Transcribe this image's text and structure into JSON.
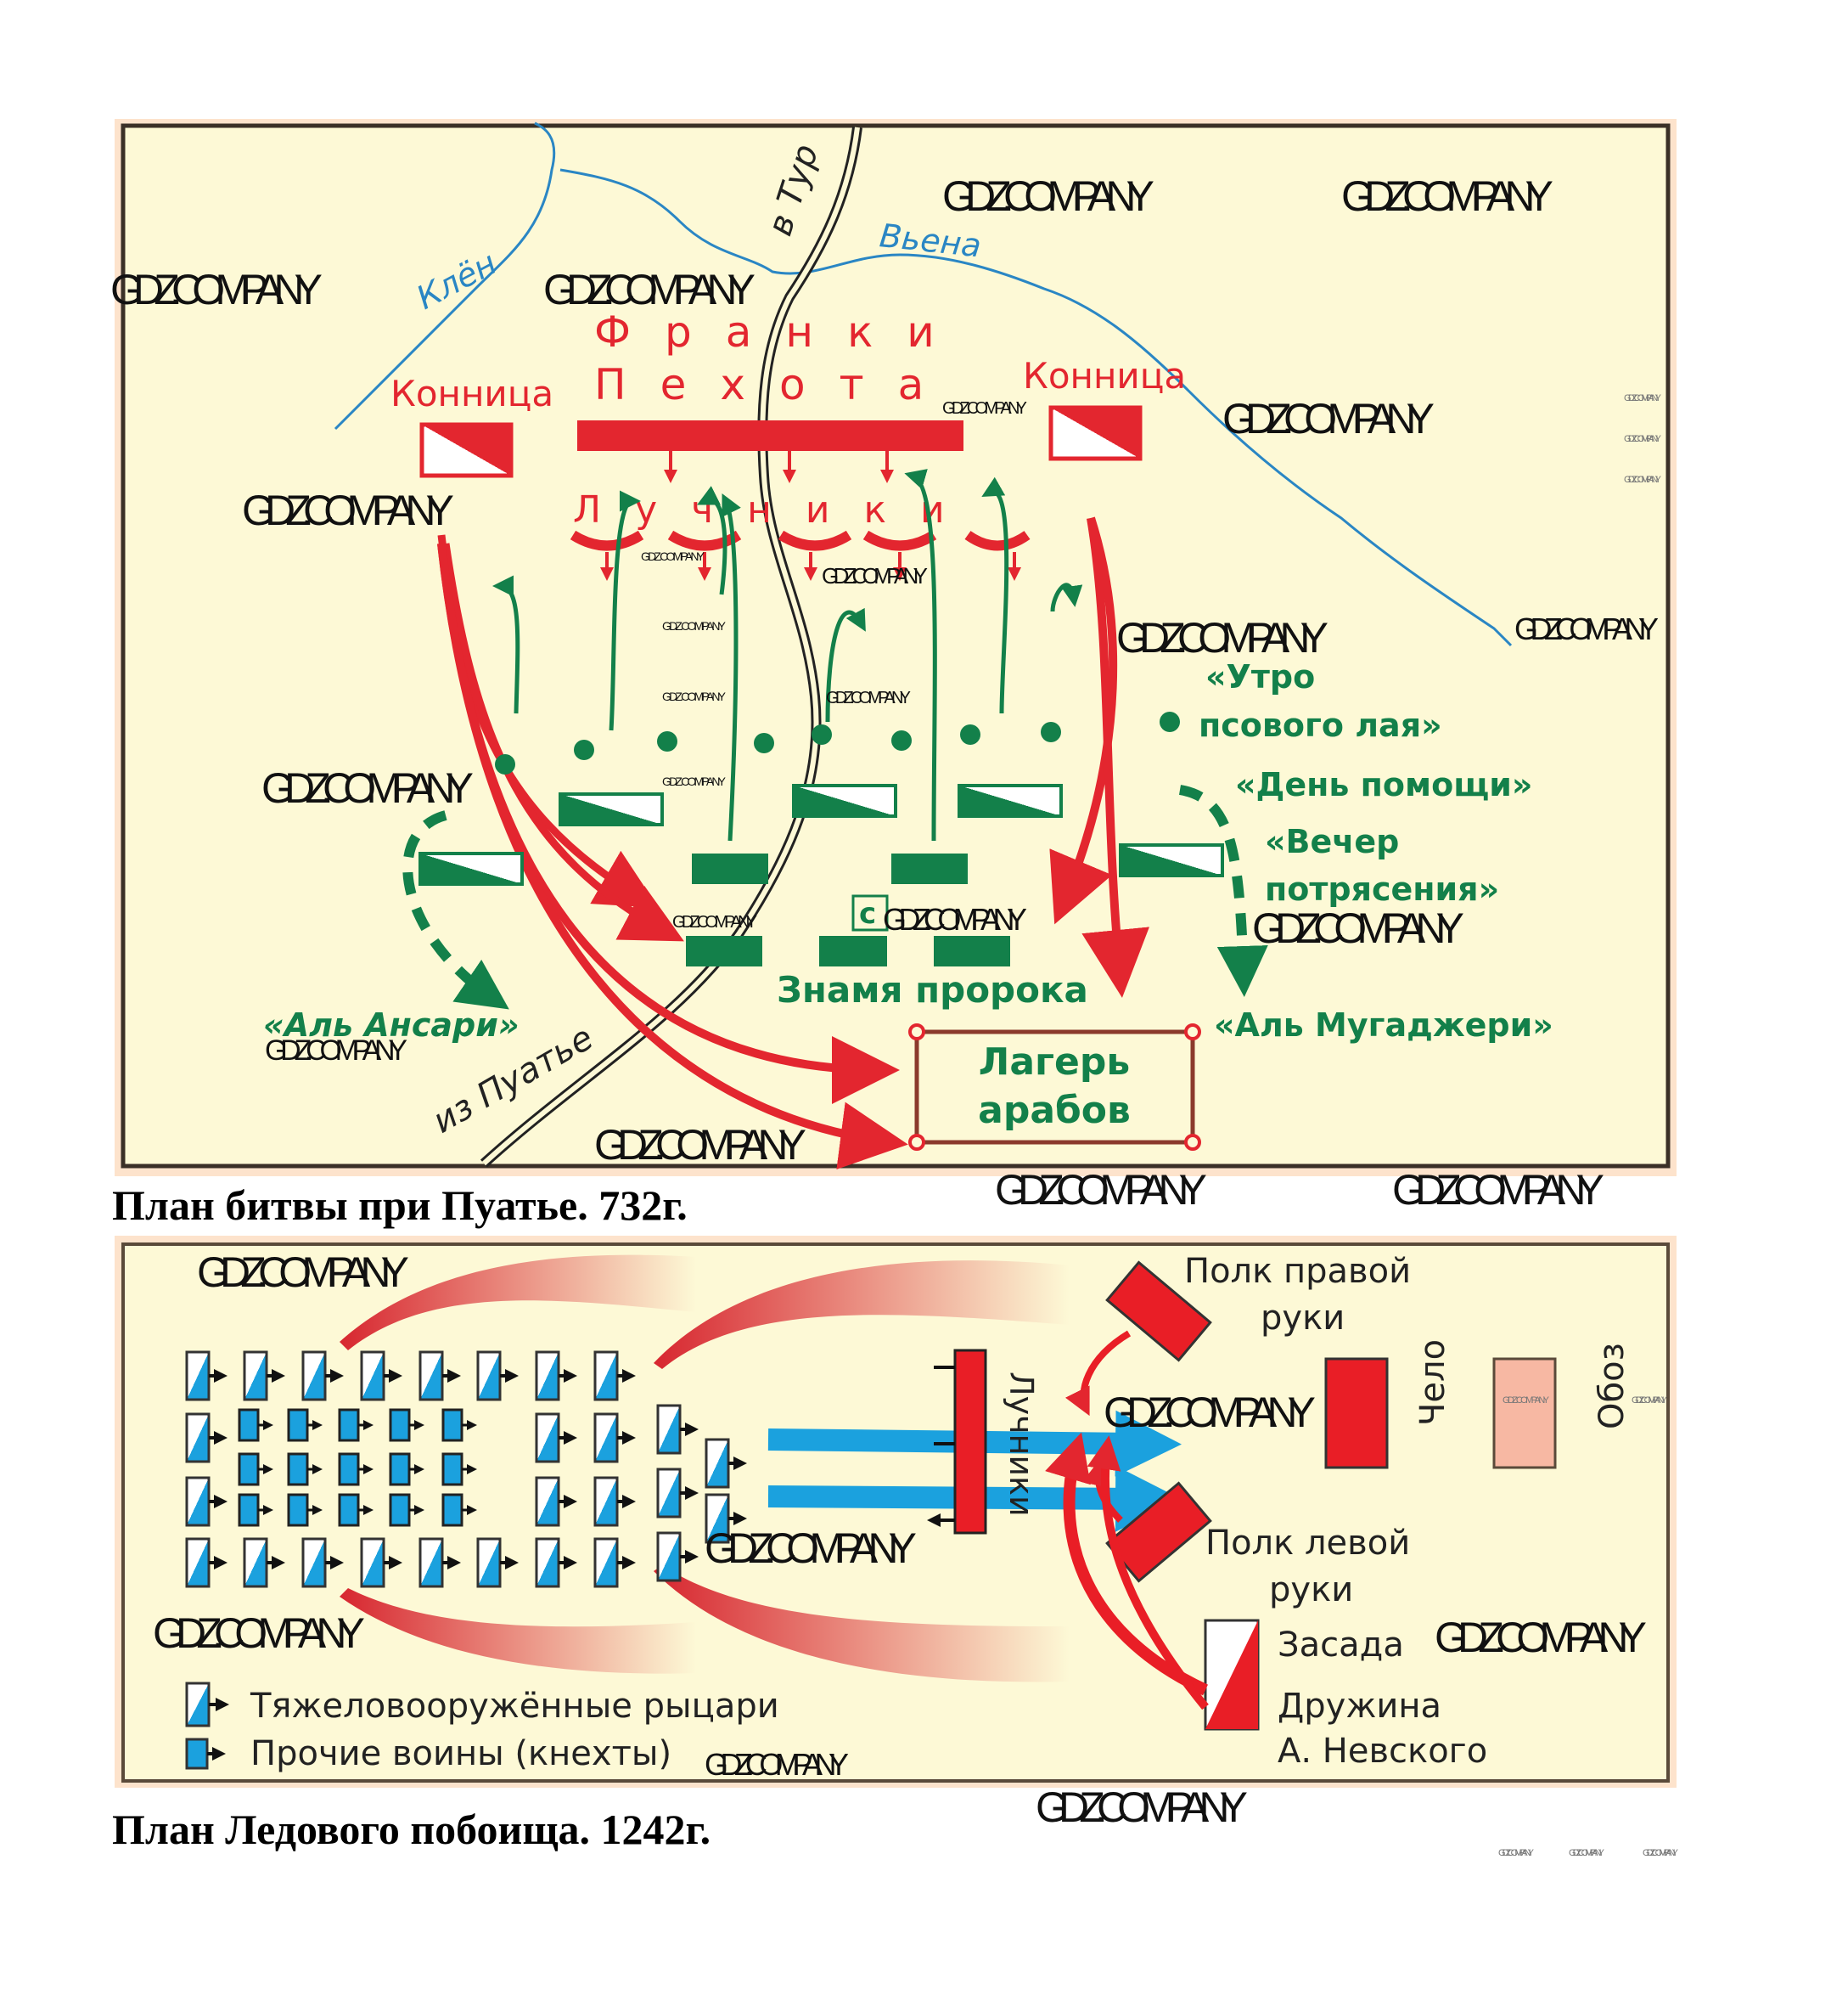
{
  "map1": {
    "caption": "План битвы при Пуатье. 732г.",
    "rivers": {
      "klen": "Клён",
      "viena": "Вьена"
    },
    "roads": {
      "to_tour": "в Тур",
      "from_poitiers": "из Пуатье"
    },
    "franks_title": "Франки",
    "infantry": "Пехота",
    "cavalry_left": "Конница",
    "cavalry_right": "Конница",
    "archers": "Лучники",
    "days": {
      "morning": [
        "«Утро",
        "псового лая»"
      ],
      "day": "«День помощи»",
      "evening": [
        "«Вечер",
        "потрясения»"
      ]
    },
    "banner_letter": "с",
    "banner_label": "Знамя пророка",
    "al_ansari": "«Аль Ансари»",
    "al_mugajeri": "«Аль Мугаджери»",
    "camp": [
      "Лагерь",
      "арабов"
    ],
    "colors": {
      "franks": "#e3262f",
      "arabs": "#13804a",
      "river": "#2a86c4",
      "background": "#fdf9d6",
      "frame": "#fde3cc"
    }
  },
  "map2": {
    "caption": "План Ледового побоища. 1242г.",
    "archers": "Лучники",
    "right_regiment": [
      "Полк правой",
      "руки"
    ],
    "left_regiment": [
      "Полк левой",
      "руки"
    ],
    "center": "Чело",
    "convoy": "Обоз",
    "ambush": "Засада",
    "druzhina": [
      "Дружина",
      "А. Невского"
    ],
    "legend": [
      {
        "icon": "heavy-knight-icon",
        "label": "Тяжеловооружённые рыцари"
      },
      {
        "icon": "knecht-icon",
        "label": "Прочие воины (кнехты)"
      }
    ],
    "colors": {
      "russians": "#e91e26",
      "knights": "#1ba1de",
      "convoy": "#f7b8a3",
      "background": "#fdf9d6"
    }
  },
  "watermarks": {
    "text": "GDZ.COMPANY"
  }
}
